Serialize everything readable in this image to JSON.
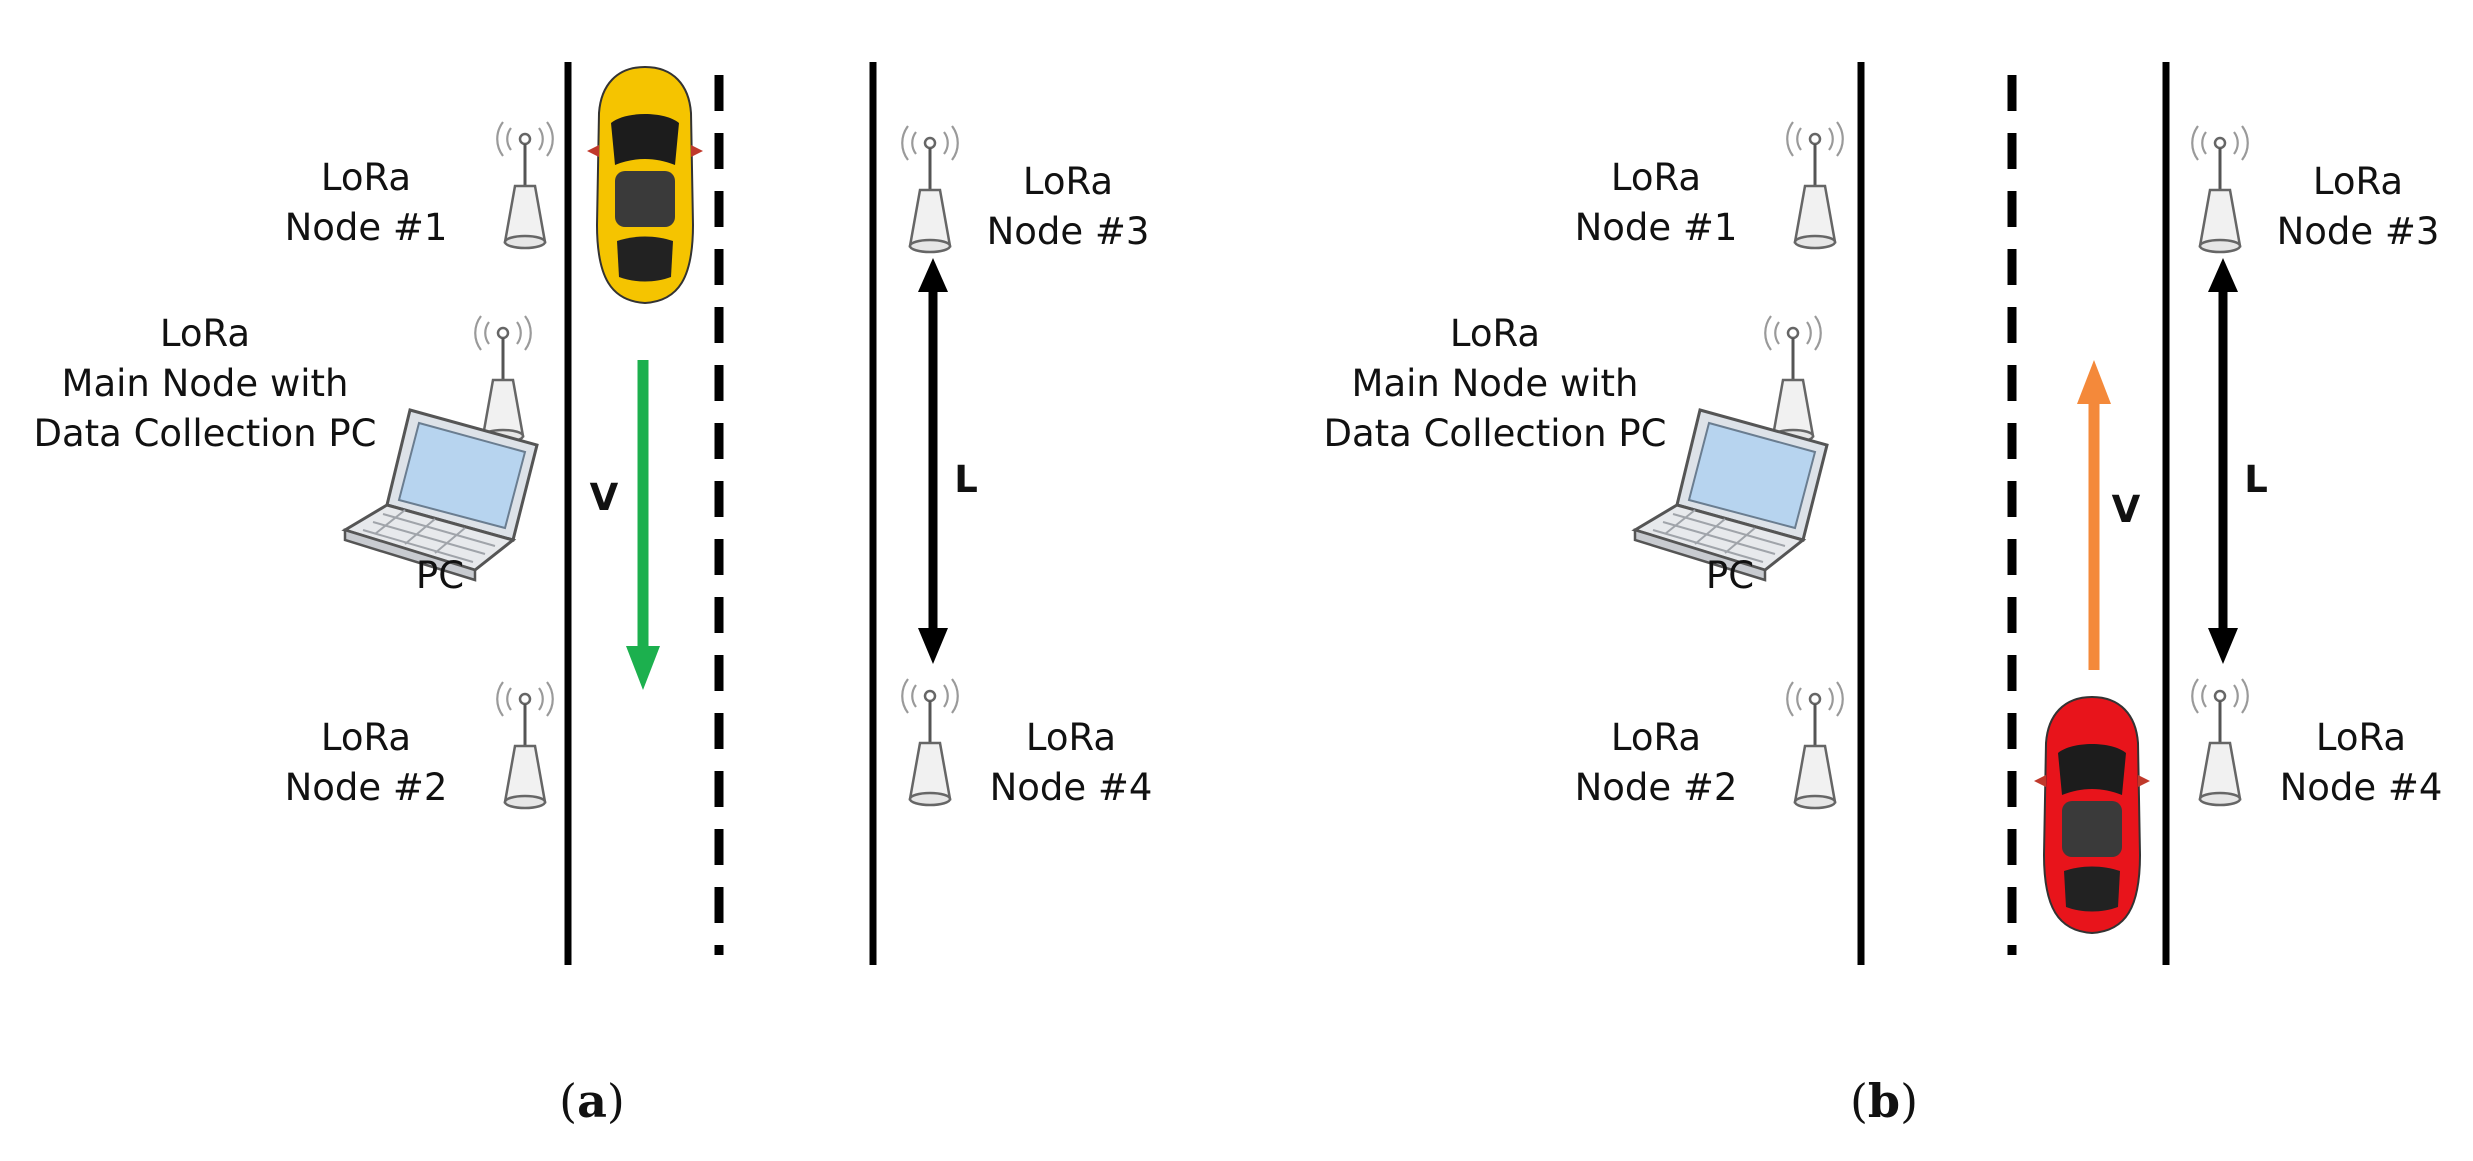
{
  "panels": [
    {
      "id": "a",
      "caption_open": "(",
      "caption_letter": "a",
      "caption_close": ")",
      "node1": [
        "LoRa",
        "Node #1"
      ],
      "node2": [
        "LoRa",
        "Node #2"
      ],
      "node3": [
        "LoRa",
        "Node #3"
      ],
      "node4": [
        "LoRa",
        "Node #4"
      ],
      "main_node": [
        "LoRa",
        "Main Node with",
        "Data Collection PC"
      ],
      "pc_label": "PC",
      "velocity_label": "V",
      "length_label": "L",
      "velocity_direction": "down",
      "velocity_color": "#1cb04e",
      "car_color": "#f5c400"
    },
    {
      "id": "b",
      "caption_open": "(",
      "caption_letter": "b",
      "caption_close": ")",
      "node1": [
        "LoRa",
        "Node #1"
      ],
      "node2": [
        "LoRa",
        "Node #2"
      ],
      "node3": [
        "LoRa",
        "Node #3"
      ],
      "node4": [
        "LoRa",
        "Node #4"
      ],
      "main_node": [
        "LoRa",
        "Main Node with",
        "Data Collection PC"
      ],
      "pc_label": "PC",
      "velocity_label": "V",
      "length_label": "L",
      "velocity_direction": "up",
      "velocity_color": "#f4893a",
      "car_color": "#e8141b"
    }
  ]
}
